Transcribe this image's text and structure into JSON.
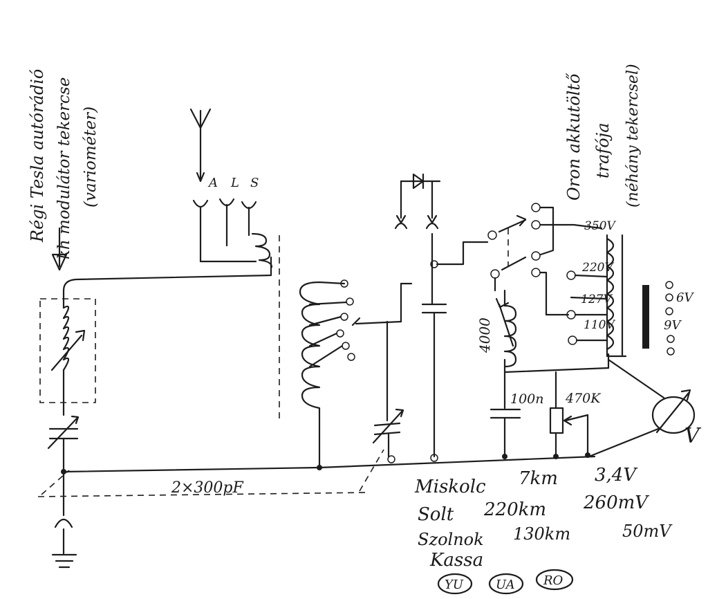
{
  "notes": {
    "left_1": "Régi Tesla autórádió",
    "left_2": "kh modulátor tekercse",
    "left_3": "(variométer)",
    "right_1": "Oron akkutöltő",
    "right_2": "trafója",
    "right_3": "(néhány tekercsel)"
  },
  "antenna_taps": [
    "A",
    "L",
    "S"
  ],
  "components": {
    "capacitor_label": "2×300pF",
    "choke_label": "4000",
    "cap_100n": "100n",
    "res_470k": "470K",
    "meter_label": "V"
  },
  "transformer_taps": [
    "350V",
    "220V",
    "127V",
    "110V"
  ],
  "secondary_taps": [
    "6V",
    "9V"
  ],
  "measurements": [
    {
      "station": "Miskolc",
      "distance": "7km",
      "level": "3,4V"
    },
    {
      "station": "Solt",
      "distance": "220km",
      "level": "260mV"
    },
    {
      "station": "Szolnok",
      "distance": "130km",
      "level": "50mV"
    },
    {
      "station": "Kassa",
      "distance": "",
      "level": ""
    }
  ],
  "badges": [
    "YU",
    "UA",
    "RO"
  ]
}
